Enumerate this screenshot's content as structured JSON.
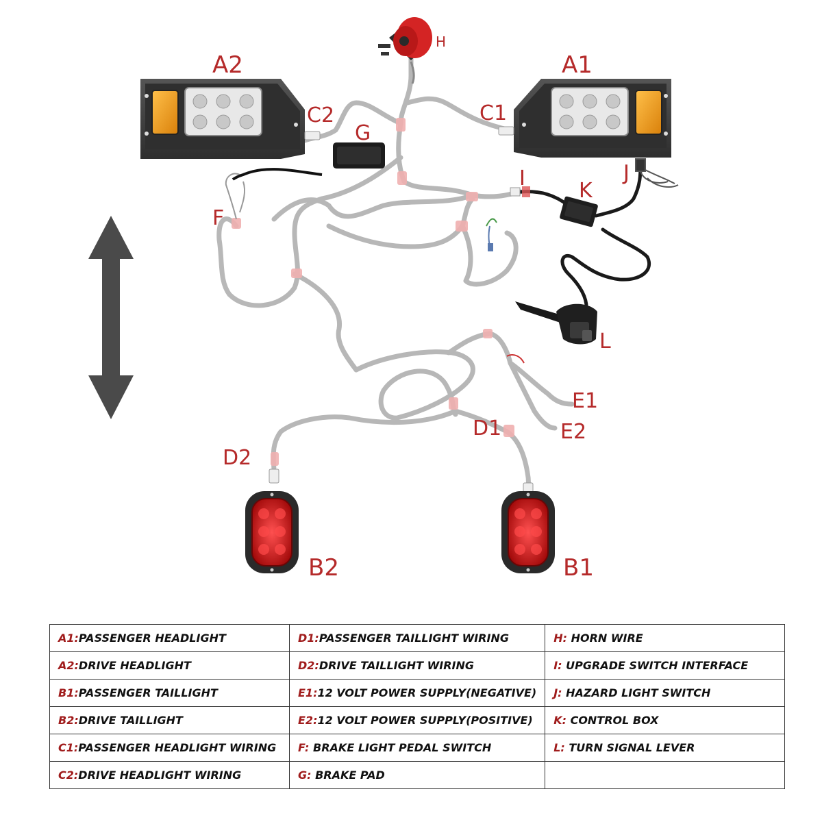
{
  "labels": {
    "A1": "A1",
    "A2": "A2",
    "B1": "B1",
    "B2": "B2",
    "C1": "C1",
    "C2": "C2",
    "D1": "D1",
    "D2": "D2",
    "E1": "E1",
    "E2": "E2",
    "F": "F",
    "G": "G",
    "H": "H",
    "I": "I",
    "J": "J",
    "K": "K",
    "L": "L"
  },
  "legend": {
    "rows": [
      [
        {
          "code": "A1:",
          "text": "PASSENGER HEADLIGHT"
        },
        {
          "code": "D1:",
          "text": "PASSENGER TAILLIGHT WIRING"
        },
        {
          "code": "H:",
          "text": " HORN WIRE"
        }
      ],
      [
        {
          "code": "A2:",
          "text": "DRIVE HEADLIGHT"
        },
        {
          "code": "D2:",
          "text": "DRIVE TAILLIGHT WIRING"
        },
        {
          "code": "I:",
          "text": " UPGRADE SWITCH INTERFACE"
        }
      ],
      [
        {
          "code": "B1:",
          "text": "PASSENGER TAILLIGHT"
        },
        {
          "code": "E1:",
          "text": "12 VOLT POWER SUPPLY(NEGATIVE)"
        },
        {
          "code": "J:",
          "text": " HAZARD LIGHT SWITCH"
        }
      ],
      [
        {
          "code": "B2:",
          "text": "DRIVE TAILLIGHT"
        },
        {
          "code": "E2:",
          "text": "12 VOLT POWER SUPPLY(POSITIVE)"
        },
        {
          "code": "K:",
          "text": " CONTROL BOX"
        }
      ],
      [
        {
          "code": "C1:",
          "text": "PASSENGER HEADLIGHT WIRING"
        },
        {
          "code": "F:",
          "text": " BRAKE LIGHT PEDAL SWITCH"
        },
        {
          "code": "L:",
          "text": " TURN SIGNAL LEVER"
        }
      ],
      [
        {
          "code": "C2:",
          "text": "DRIVE HEADLIGHT WIRING"
        },
        {
          "code": "G:",
          "text": " BRAKE PAD"
        },
        {
          "code": "",
          "text": ""
        }
      ]
    ]
  },
  "colors": {
    "label": "#b52a2a",
    "wire": "#a9a9a9",
    "connector": "#e8a3a3",
    "amber": "#f0a020",
    "tail_red": "#d11818",
    "housing": "#3a3a3a"
  }
}
